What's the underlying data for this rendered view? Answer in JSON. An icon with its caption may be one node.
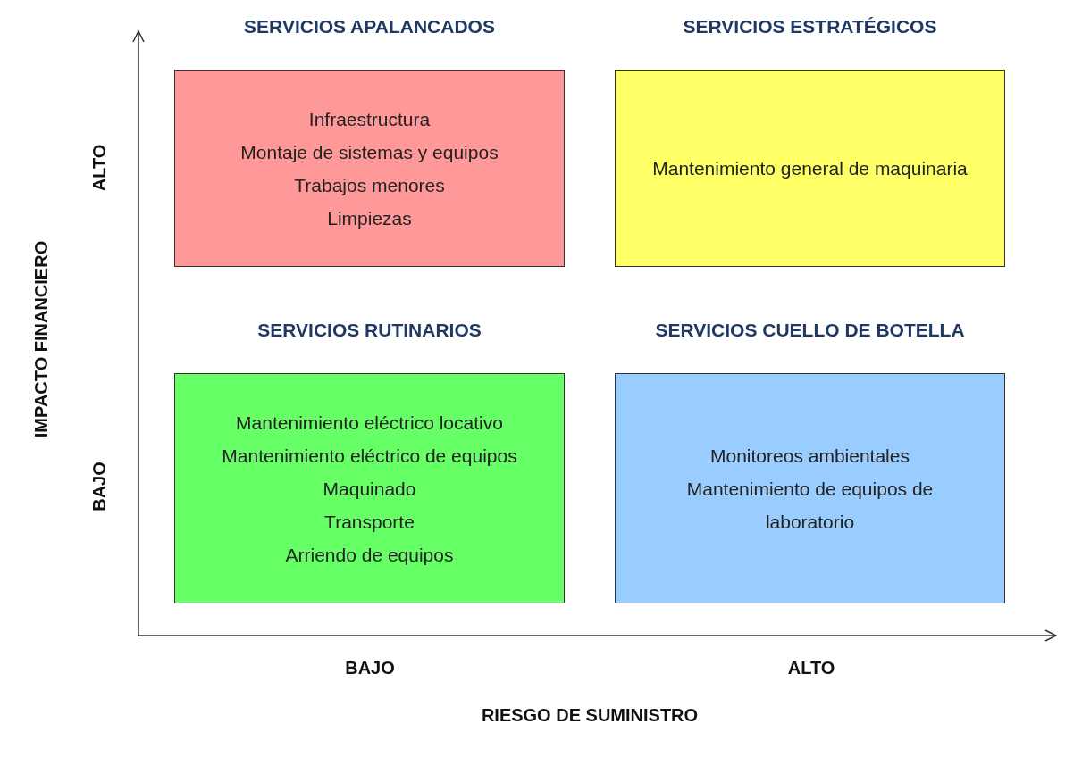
{
  "diagram": {
    "nodes": [
      {
        "text": [
          "SERVICIOS APALANCADOS",
          "Infraestructura",
          "Montaje de sistemas y equipos",
          "Trabajos menores",
          "Limpiezas"
        ]
      },
      {
        "text": [
          "SERVICIOS ESTRATÉGICOS",
          "Mantenimiento general de maquinaria"
        ]
      },
      {
        "text": [
          "SERVICIOS RUTINARIOS",
          "Mantenimiento eléctrico locativo",
          "Mantenimiento eléctrico de equipos",
          "Maquinado",
          "Transporte",
          "Arriendo de equipos"
        ]
      },
      {
        "text": [
          "SERVICIOS CUELLO DE BOTELLA",
          "Monitoreos ambientales",
          "Mantenimiento de equipos de laboratorio"
        ]
      }
    ],
    "edges": [],
    "labels": [
      "ALTO",
      "IMPACTO FINANCIERO",
      "BAJO",
      "BAJO",
      "ALTO",
      "RIESGO DE SUMINISTRO"
    ]
  }
}
